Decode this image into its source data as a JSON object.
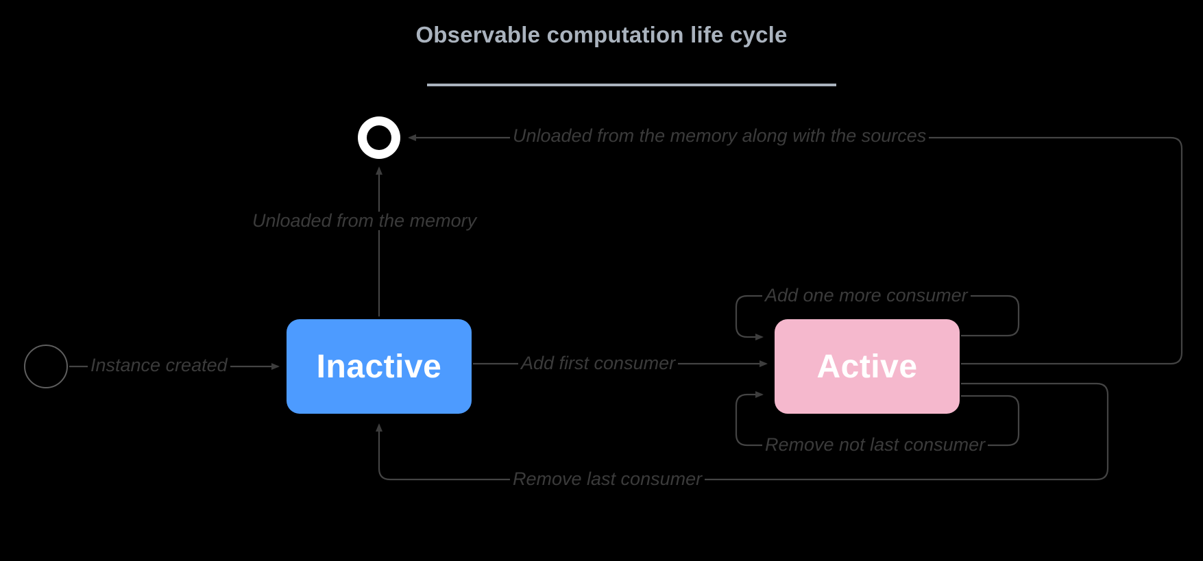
{
  "diagram": {
    "type": "state-machine",
    "title": "Observable computation life cycle",
    "background_color": "#000000",
    "title_color": "#aab3be",
    "label_color": "#3b3b3b",
    "edge_color": "#444444",
    "states": [
      {
        "id": "initial",
        "kind": "initial-pseudostate",
        "label": ""
      },
      {
        "id": "inactive",
        "kind": "state",
        "label": "Inactive",
        "color": "#4d9bff",
        "text_color": "#ffffff"
      },
      {
        "id": "active",
        "kind": "state",
        "label": "Active",
        "color": "#f5b8cd",
        "text_color": "#ffffff"
      },
      {
        "id": "final",
        "kind": "final-state",
        "label": ""
      }
    ],
    "transitions": [
      {
        "id": "t1",
        "from": "initial",
        "to": "inactive",
        "label": "Instance created"
      },
      {
        "id": "t2",
        "from": "inactive",
        "to": "active",
        "label": "Add first consumer"
      },
      {
        "id": "t3",
        "from": "inactive",
        "to": "final",
        "label": "Unloaded from the memory"
      },
      {
        "id": "t4",
        "from": "active",
        "to": "final",
        "label": "Unloaded from the memory along with the sources"
      },
      {
        "id": "t5",
        "from": "active",
        "to": "active",
        "label": "Add one more consumer"
      },
      {
        "id": "t6",
        "from": "active",
        "to": "active",
        "label": "Remove not last consumer"
      },
      {
        "id": "t7",
        "from": "active",
        "to": "inactive",
        "label": "Remove last consumer"
      }
    ]
  }
}
